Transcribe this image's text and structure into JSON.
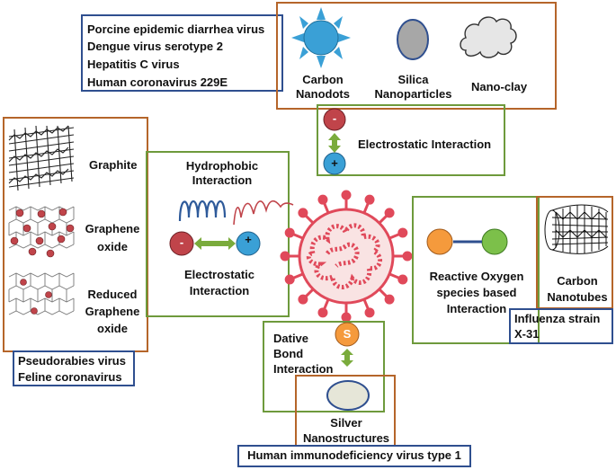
{
  "viruses_top": {
    "items": [
      "Porcine epidemic diarrhea virus",
      "Dengue virus serotype 2",
      "Hepatitis C virus",
      "Human coronavirus 229E"
    ]
  },
  "nano_top": {
    "carbon_nanodots": "Carbon Nanodots",
    "silica_nanoparticles": "Silica Nanoparticles",
    "nano_clay": "Nano-clay"
  },
  "electrostatic_top": {
    "label": "Electrostatic Interaction",
    "minus": "-",
    "plus": "+"
  },
  "graphene_panel": {
    "graphite": "Graphite",
    "graphene_oxide": "Graphene oxide",
    "reduced_graphene_oxide": "Reduced Graphene oxide"
  },
  "viruses_left": {
    "items": [
      "Pseudorabies virus",
      "Feline coronavirus"
    ]
  },
  "hydrophobic_box": {
    "hydrophobic_label": "Hydrophobic Interaction",
    "electrostatic_label": "Electrostatic Interaction",
    "minus": "-",
    "plus": "+"
  },
  "ros_box": {
    "label": "Reactive Oxygen species based Interaction"
  },
  "carbon_nanotubes": {
    "label": "Carbon Nanotubes"
  },
  "influenza": {
    "label": "Influenza strain X-31"
  },
  "dative_box": {
    "label": "Dative Bond Interaction",
    "s_label": "S"
  },
  "silver": {
    "label": "Silver Nanostructures"
  },
  "hiv": {
    "label": "Human immunodeficiency virus type 1"
  },
  "colors": {
    "blue_border": "#2f4f8f",
    "orange_border": "#b5652a",
    "green_border": "#6e9a3c",
    "virus_red": "#e0495a",
    "minus_red": "#c0444a",
    "plus_blue": "#3aa0d6",
    "arrow_green": "#7aab3c",
    "ros_orange": "#f59a3c",
    "ros_green": "#7cc04a"
  }
}
